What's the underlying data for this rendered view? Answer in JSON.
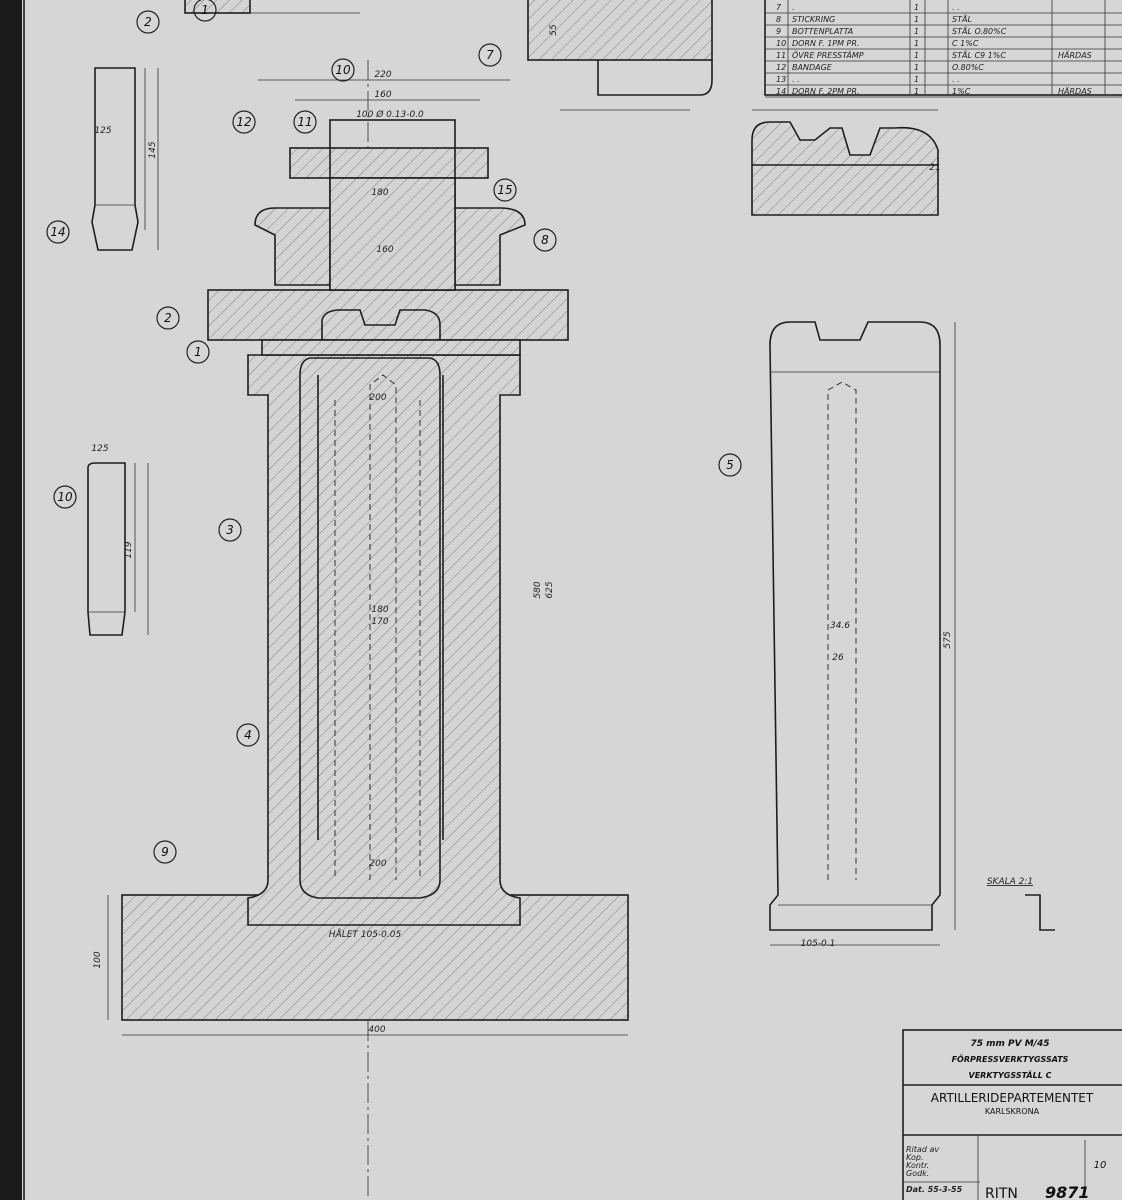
{
  "title_block": {
    "line1": "75 mm PV M/45",
    "line2": "FÖRPRESSVERKTYGSSATS",
    "line3": "VERKTYGSSTÄLL C",
    "organization": "ARTILLERIDEPARTEMENTET",
    "location": "KARLSKRONA",
    "ritad_label": "Ritad av",
    "kop_label": "Kop.",
    "kontr_label": "Kontr.",
    "godk_label": "Godk.",
    "date": "Dat. 55-3-55",
    "drawing_prefix": "RITN",
    "drawing_number": "9871",
    "sheet": "10"
  },
  "parts_list": [
    {
      "no": "7",
      "name": ".",
      "qty": "1",
      "material": ". ."
    },
    {
      "no": "8",
      "name": "STICKRING",
      "qty": "1",
      "material": "STÅL",
      "note": ""
    },
    {
      "no": "9",
      "name": "BOTTENPLATTA",
      "qty": "1",
      "material": "STÅL O.80%C",
      "note": ""
    },
    {
      "no": "10",
      "name": "DORN F. 1PM PR.",
      "qty": "1",
      "material": "C 1%C",
      "note": ""
    },
    {
      "no": "11",
      "name": "ÖVRE PRESSTÄMP",
      "qty": "1",
      "material": "STÅL C9 1%C",
      "note": "HÄRDAS"
    },
    {
      "no": "12",
      "name": "BANDAGE",
      "qty": "1",
      "material": "O.80%C",
      "note": ""
    },
    {
      "no": "13",
      "name": ". .",
      "qty": "1",
      "material": ". .",
      "note": ""
    },
    {
      "no": "14",
      "name": "DORN F. 2PM PR.",
      "qty": "1",
      "material": "1%C",
      "note": "HÄRDAS"
    }
  ],
  "balloons": [
    "2",
    "1",
    "7",
    "10",
    "12",
    "11",
    "15",
    "8",
    "2",
    "1",
    "14",
    "10",
    "3",
    "4",
    "9",
    "5"
  ],
  "dimensions": {
    "d220": "220",
    "d160": "160",
    "d100top": "100 Ø 0.13-0.0",
    "d180": "180",
    "d160b": "160",
    "d400": "400",
    "d100": "100",
    "d200": "200",
    "d200b": "200",
    "d180c": "180",
    "d170": "170",
    "d580": "580",
    "d625": "625",
    "d125a": "125",
    "d145": "145",
    "d125b": "125",
    "d119": "119",
    "d346": "34.6",
    "d26": "26",
    "d575": "575",
    "d105": "105-0.1",
    "hal": "HÅLET 105-0.05",
    "d21": "21",
    "d55": "55"
  },
  "scale_note": "SKALA 2:1"
}
